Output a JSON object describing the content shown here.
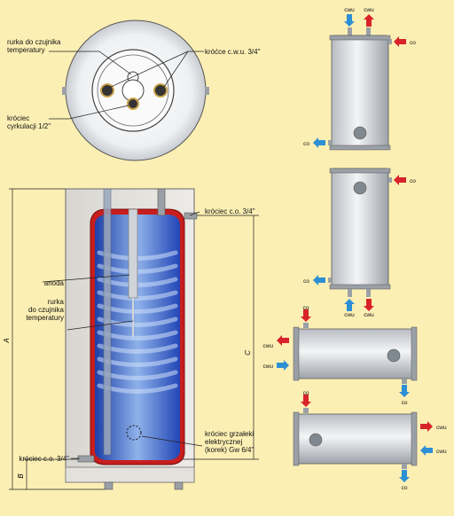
{
  "top_view": {
    "label_sensor": "rurka do czujnika\ntemperatury",
    "label_hot_cold": "króćce c.w.u. 3/4\"",
    "label_circ": "króciec\ncyrkulacji 1/2\""
  },
  "section_view": {
    "label_co_top": "króciec c.o. 3/4\"",
    "label_anode": "anoda",
    "label_sensor": "rurka\ndo czujnika\ntemperatury",
    "label_heater": "króciec grzałeki\nelektrycznej\n(korek) Gw 6/4\"",
    "label_co_bottom": "króciec c.o. 3/4\"",
    "dim_a": "A",
    "dim_b": "B",
    "dim_c": "C"
  },
  "tank_variants": {
    "cwu": "cwu",
    "co": "co"
  },
  "colors": {
    "background": "#fcefb4",
    "arrow_hot": "#d8232a",
    "arrow_cold": "#2d8fd4",
    "tank_wall": "#c81e1e",
    "water": "#2a55c8"
  }
}
